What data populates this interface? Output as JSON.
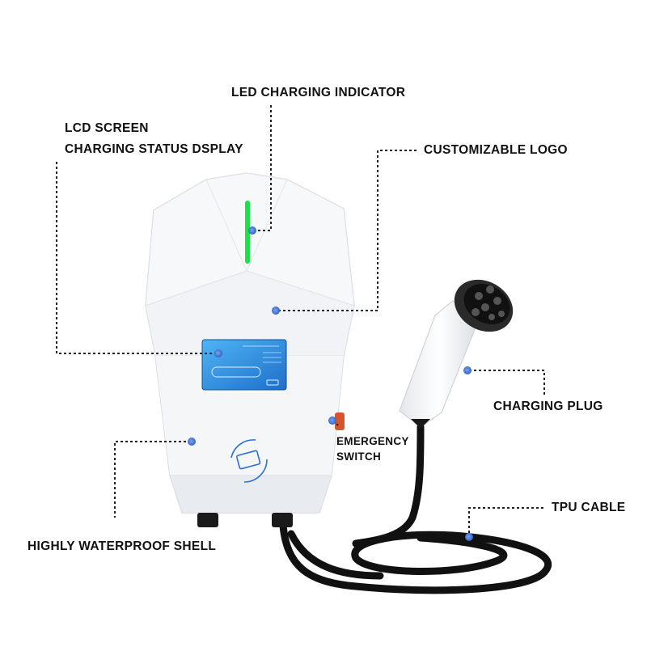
{
  "labels": {
    "led": "LED CHARGING INDICATOR",
    "lcd_line1": "LCD SCREEN",
    "lcd_line2": "CHARGING STATUS DSPLAY",
    "logo": "CUSTOMIZABLE LOGO",
    "plug": "CHARGING PLUG",
    "emergency_line1": "EMERGENCY",
    "emergency_line2": "SWITCH",
    "cable": "TPU CABLE",
    "shell": "HIGHLY WATERPROOF SHELL"
  },
  "colors": {
    "leader_line": "#222222",
    "marker": "#3d6fd6",
    "led": "#1fe04a",
    "lcd": "#2f8fe0",
    "rfid_icon": "#2a6fd8",
    "shell": "#f4f6f8",
    "cable": "#111111"
  }
}
